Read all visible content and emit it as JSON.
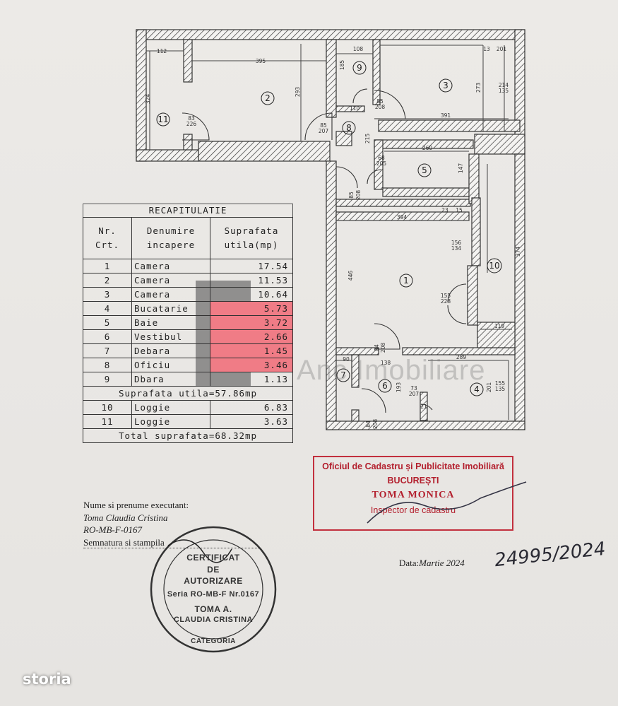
{
  "plan": {
    "rooms": [
      {
        "id": "room-1",
        "label": "1"
      },
      {
        "id": "room-2",
        "label": "2"
      },
      {
        "id": "room-3",
        "label": "3"
      },
      {
        "id": "room-4",
        "label": "4"
      },
      {
        "id": "room-5",
        "label": "5"
      },
      {
        "id": "room-6",
        "label": "6"
      },
      {
        "id": "room-7",
        "label": "7"
      },
      {
        "id": "room-8",
        "label": "8"
      },
      {
        "id": "room-9",
        "label": "9"
      },
      {
        "id": "room-10",
        "label": "10"
      },
      {
        "id": "room-11",
        "label": "11"
      }
    ],
    "dimensions": [
      "112",
      "395",
      "293",
      "324",
      "83",
      "226",
      "108",
      "185",
      "85",
      "208",
      "110",
      "85",
      "207",
      "215",
      "13",
      "201",
      "273",
      "214",
      "135",
      "391",
      "260",
      "68",
      "205",
      "147",
      "85",
      "208",
      "394",
      "23",
      "15",
      "156",
      "134",
      "446",
      "374",
      "155",
      "228",
      "119",
      "84",
      "208",
      "138",
      "289",
      "90",
      "193",
      "73",
      "207",
      "21",
      "201",
      "155",
      "135",
      "84",
      "208"
    ]
  },
  "recap": {
    "title": "RECAPITULATIE",
    "headers": {
      "nr": [
        "Nr.",
        "Crt."
      ],
      "name": [
        "Denumire",
        "incapere"
      ],
      "area": [
        "Suprafata",
        "utila(mp)"
      ]
    },
    "rows": [
      {
        "nr": "1",
        "name": "Camera",
        "area": "17.54",
        "highlight": false
      },
      {
        "nr": "2",
        "name": "Camera",
        "area": "11.53",
        "highlight": false
      },
      {
        "nr": "3",
        "name": "Camera",
        "area": "10.64",
        "highlight": false
      },
      {
        "nr": "4",
        "name": "Bucatarie",
        "area": "5.73",
        "highlight": true
      },
      {
        "nr": "5",
        "name": "Baie",
        "area": "3.72",
        "highlight": true
      },
      {
        "nr": "6",
        "name": "Vestibul",
        "area": "2.66",
        "highlight": true
      },
      {
        "nr": "7",
        "name": "Debara",
        "area": "1.45",
        "highlight": true
      },
      {
        "nr": "8",
        "name": "Oficiu",
        "area": "3.46",
        "highlight": true
      },
      {
        "nr": "9",
        "name": "Dbara",
        "area": "1.13",
        "highlight": false
      }
    ],
    "subtotal": "Suprafata utila=57.86mp",
    "loggias": [
      {
        "nr": "10",
        "name": "Loggie",
        "area": "6.83"
      },
      {
        "nr": "11",
        "name": "Loggie",
        "area": "3.63"
      }
    ],
    "total": "Total suprafata=68.32mp",
    "highlight_color": "#f07c86"
  },
  "signer": {
    "label": "Nume si prenume executant:",
    "name": "Toma Claudia Cristina",
    "code": "RO-MB-F-0167",
    "sign_label": "Semnatura si stampila"
  },
  "office_stamp": {
    "line1": "Oficiul de Cadastru și Publicitate Imobiliară",
    "line2": "BUCUREȘTI",
    "line3": "TOMA MONICA",
    "line4": "Inspector de cadastru",
    "color": "#c2303e"
  },
  "date": {
    "label": "Data:",
    "value": "Martie 2024"
  },
  "handwritten_number": "24995/2024",
  "round_stamp": {
    "line1": "CERTIFICAT",
    "line2": "DE",
    "line3": "AUTORIZARE",
    "line4": "Seria RO-MB-F Nr.0167",
    "line5": "TOMA A.",
    "line6": "CLAUDIA CRISTINA",
    "line7": "CATEGORIA"
  },
  "watermark": "Anc Imobiliare",
  "logo": "storia"
}
